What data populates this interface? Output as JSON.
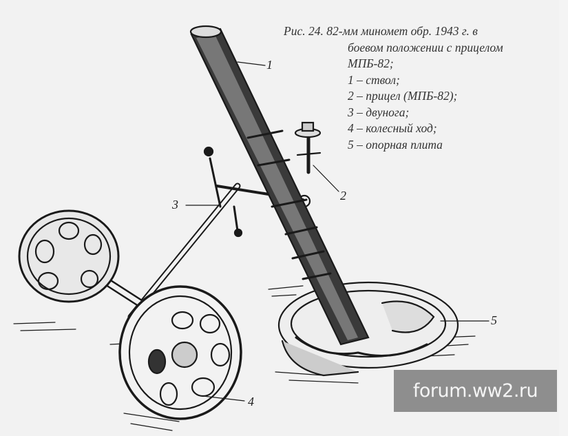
{
  "caption": {
    "title_line1": "Рис. 24. 82-мм миномет обр. 1943 г. в",
    "title_line2": "боевом положении с прицелом",
    "title_line3": "МПБ-82;",
    "legend": [
      "1 – ствол;",
      "2 – прицел (МПБ-82);",
      "3 – двунога;",
      "4 – колесный ход;",
      "5 – опорная плита"
    ]
  },
  "callouts": [
    "1",
    "2",
    "3",
    "4",
    "5"
  ],
  "watermark": "forum.ww2.ru"
}
